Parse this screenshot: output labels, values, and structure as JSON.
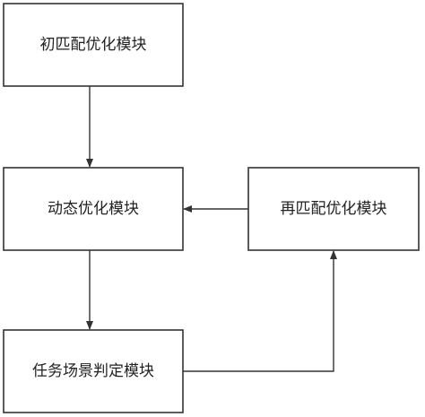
{
  "nodes": {
    "initial_matching": {
      "label": "初匹配优化模块"
    },
    "dynamic_optimization": {
      "label": "动态优化模块"
    },
    "rematching": {
      "label": "再匹配优化模块"
    },
    "task_scene": {
      "label": "任务场景判定模块"
    }
  },
  "colors": {
    "stroke": "#333333",
    "text": "#222222",
    "background": "#ffffff"
  }
}
